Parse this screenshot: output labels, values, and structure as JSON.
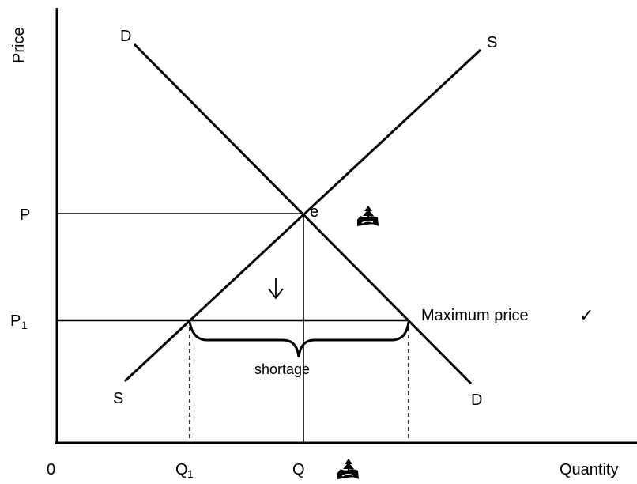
{
  "chart_data": {
    "type": "supply-demand diagram",
    "axes": {
      "y_label": "Price",
      "x_label": "Quantity",
      "origin": "0"
    },
    "curves": {
      "demand": {
        "label_top": "D",
        "label_bottom": "D"
      },
      "supply": {
        "label_top": "S",
        "label_bottom": "S"
      }
    },
    "equilibrium": {
      "label": "e",
      "price_label": "P",
      "quantity_label": "Q"
    },
    "price_ceiling": {
      "label": "Maximum price",
      "check_mark": "✓",
      "price_label_main": "P",
      "price_label_sub": "1",
      "quantity_label_main": "Q",
      "quantity_label_sub": "1"
    },
    "shortage_label": "shortage",
    "arrow_direction": "down",
    "icons": [
      "landscape-icon",
      "landscape-icon"
    ]
  }
}
